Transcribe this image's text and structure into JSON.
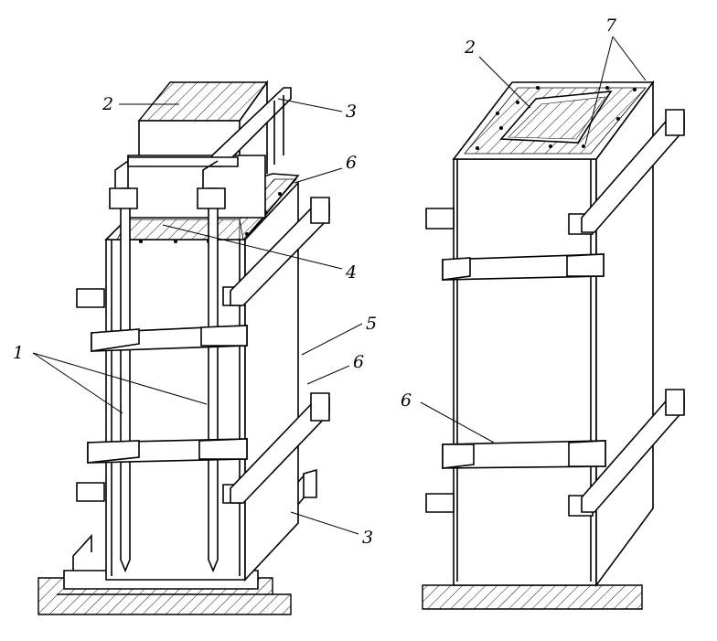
{
  "figure": {
    "left_labels": {
      "l2": "2",
      "l3_top": "3",
      "l6_top": "6",
      "l4": "4",
      "l5": "5",
      "l1": "1",
      "l6_mid": "6",
      "l3_bottom": "3"
    },
    "right_labels": {
      "r2": "2",
      "r7": "7",
      "r6": "6"
    }
  }
}
